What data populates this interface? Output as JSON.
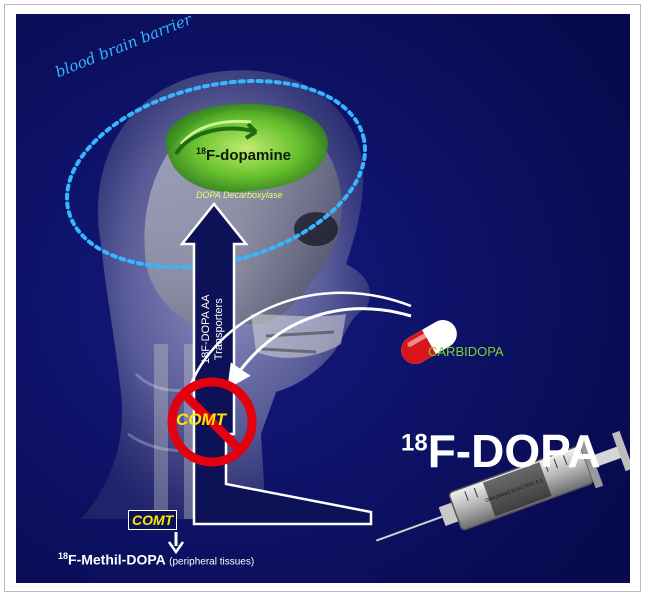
{
  "diagram": {
    "bbb_label": "blood brain barrier",
    "dopamine": {
      "prefix": "18",
      "name": "F-dopamine"
    },
    "enzyme_label": "DOPA Decarboxylase",
    "transport": {
      "line1": "18F-DOPA AA",
      "line2": "Transporters"
    },
    "carbidopa_label": "CARBIDOPA",
    "comt_central": "COMT",
    "comt_peripheral": "COMT",
    "tracer": {
      "prefix": "18",
      "name": "F-DOPA"
    },
    "metabolite": {
      "prefix": "18",
      "name": "F-Methil-DOPA",
      "note": "(peripheral tissues)"
    },
    "syringe_text": "GRAZIANO ELECTRIC 0.1"
  },
  "colors": {
    "background": "#0a0e5e",
    "arrow_fill": "#0d1257",
    "bbb_ring": "#35b6ff",
    "brain_green": "#7bd92a",
    "comt_text": "#ffe600",
    "prohibit_red": "#e3000f",
    "capsule_red": "#d8141c",
    "carbidopa_text": "#79d42b"
  }
}
